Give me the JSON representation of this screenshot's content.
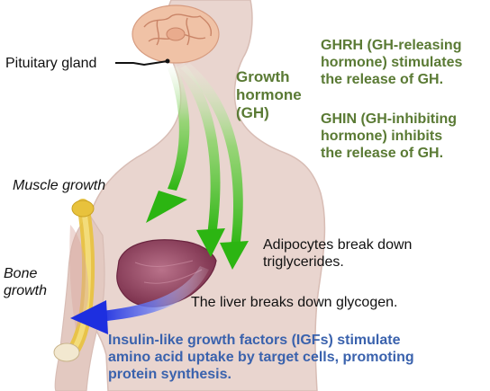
{
  "labels": {
    "pituitary": "Pituitary gland",
    "gh": "Growth\nhormone\n(GH)",
    "ghrh": "GHRH (GH-releasing\nhormone) stimulates\nthe release of GH.",
    "ghin": "GHIN (GH-inhibiting\nhormone) inhibits\nthe release of GH.",
    "muscle": "Muscle growth",
    "bone": "Bone\ngrowth",
    "adipocytes": "Adipocytes break down\ntriglycerides.",
    "liver": "The liver breaks down glycogen.",
    "igf": "Insulin-like growth factors (IGFs) stimulate\namino acid uptake by target cells, promoting\nprotein synthesis."
  },
  "colors": {
    "body": "#e9d5cf",
    "body_edge": "#d8bdb5",
    "green_arrow": "#33b81a",
    "blue_arrow": "#2233dd",
    "liver": "#8c3f5c",
    "bone": "#e8c23c",
    "label_green": "#5a7a34",
    "label_blue": "#3a62ad"
  }
}
